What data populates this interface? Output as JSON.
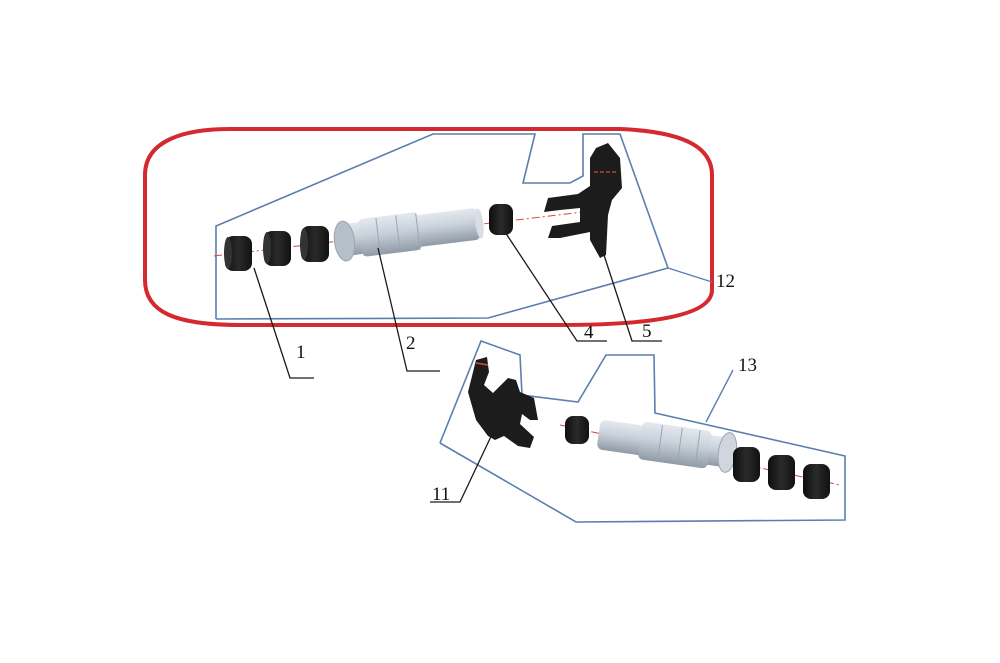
{
  "diagram": {
    "type": "exploded-assembly-drawing",
    "colors": {
      "highlight_outline": "#d42a2f",
      "group_outline": "#5a7fae",
      "leader_line": "#1a1a1a",
      "part_dark": "#1c1c1c",
      "part_shaft": "#c4ced8",
      "centerline": "#d24a3a"
    },
    "highlight": {
      "description": "red rounded outline around upper assembly (group 12)"
    },
    "groups": [
      {
        "id": "12",
        "label": "12",
        "description": "upper assembly group outline"
      },
      {
        "id": "13",
        "label": "13",
        "description": "lower assembly group outline"
      }
    ],
    "callouts": [
      {
        "label": "1",
        "target": "bushing stack (left end, upper assembly)"
      },
      {
        "label": "2",
        "target": "stepped shaft (upper assembly)"
      },
      {
        "label": "4",
        "target": "single bushing (upper assembly)"
      },
      {
        "label": "5",
        "target": "fork bracket (upper assembly)"
      },
      {
        "label": "11",
        "target": "fork bracket (lower assembly)"
      },
      {
        "label": "12",
        "target": "upper assembly group"
      },
      {
        "label": "13",
        "target": "lower assembly group"
      }
    ]
  }
}
